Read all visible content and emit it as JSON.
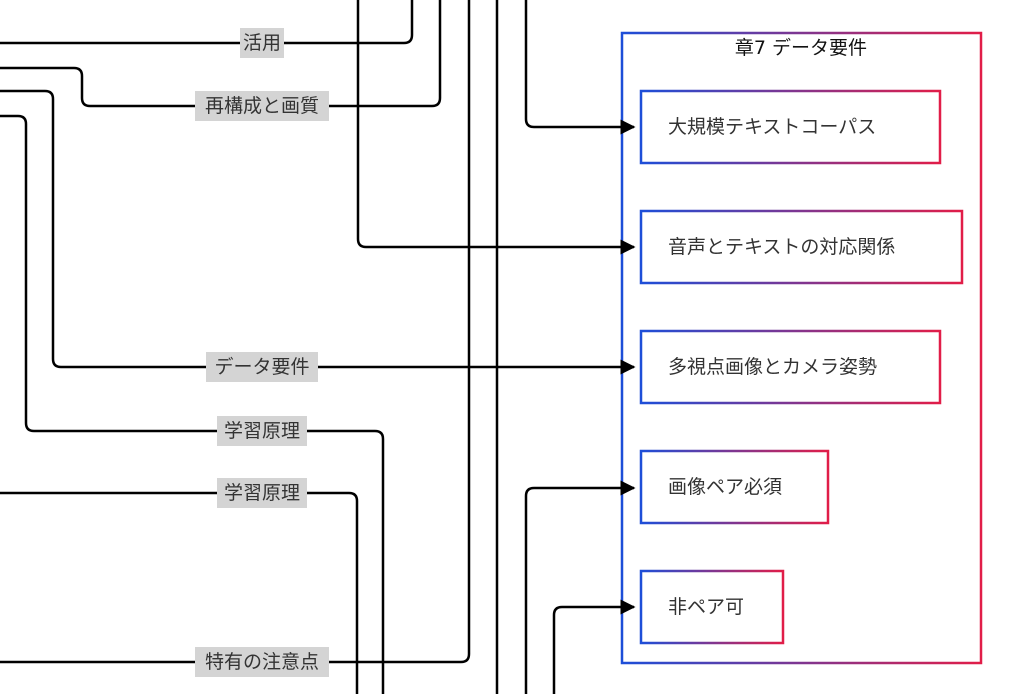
{
  "colors": {
    "gradient_start": "#1d4ed8",
    "gradient_end": "#e11d48",
    "label_bg": "#d4d4d4"
  },
  "edge_labels": [
    "活用",
    "再構成と画質",
    "データ要件",
    "学習原理",
    "学習原理",
    "特有の注意点"
  ],
  "subgraph": {
    "title": "章7 データ要件",
    "nodes": [
      "大規模テキストコーパス",
      "音声とテキストの対応関係",
      "多視点画像とカメラ姿勢",
      "画像ペア必須",
      "非ペア可"
    ]
  }
}
